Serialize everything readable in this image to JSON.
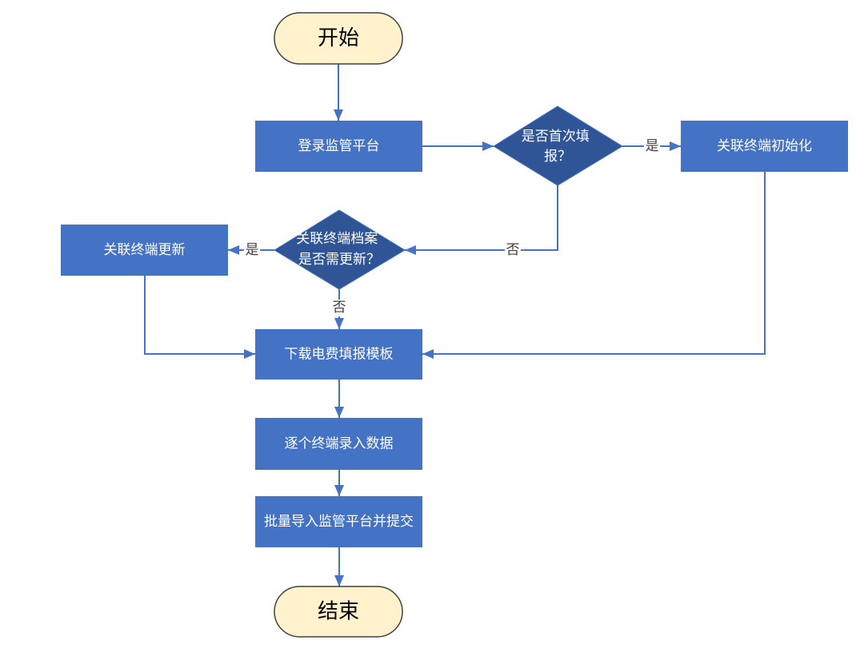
{
  "colors": {
    "background": "#FFFFFF",
    "process_fill": "#4472C4",
    "process_text": "#FFFFFF",
    "decision_fill": "#2F5597",
    "decision_stroke": "#4472C4",
    "terminal_fill": "#FFF2CC",
    "terminal_stroke": "#404040",
    "terminal_text": "#000000",
    "connector": "#4472C4",
    "edge_label_text": "#404040"
  },
  "nodes": {
    "start": {
      "label": "开始"
    },
    "login": {
      "label": "登录监管平台"
    },
    "first_fill_check": {
      "lines": [
        "是否首次填",
        "报？"
      ]
    },
    "init_terminal": {
      "label": "关联终端初始化"
    },
    "archive_update_check": {
      "lines": [
        "关联终端档案",
        "是否需更新？"
      ]
    },
    "update_terminal": {
      "label": "关联终端更新"
    },
    "download_template": {
      "label": "下载电费填报模板"
    },
    "enter_data": {
      "label": "逐个终端录入数据"
    },
    "batch_import": {
      "label": "批量导入监管平台并提交"
    },
    "end": {
      "label": "结束"
    }
  },
  "edge_labels": {
    "first_fill_yes": "是",
    "first_fill_no": "否",
    "archive_update_yes": "是",
    "archive_update_no": "否"
  }
}
